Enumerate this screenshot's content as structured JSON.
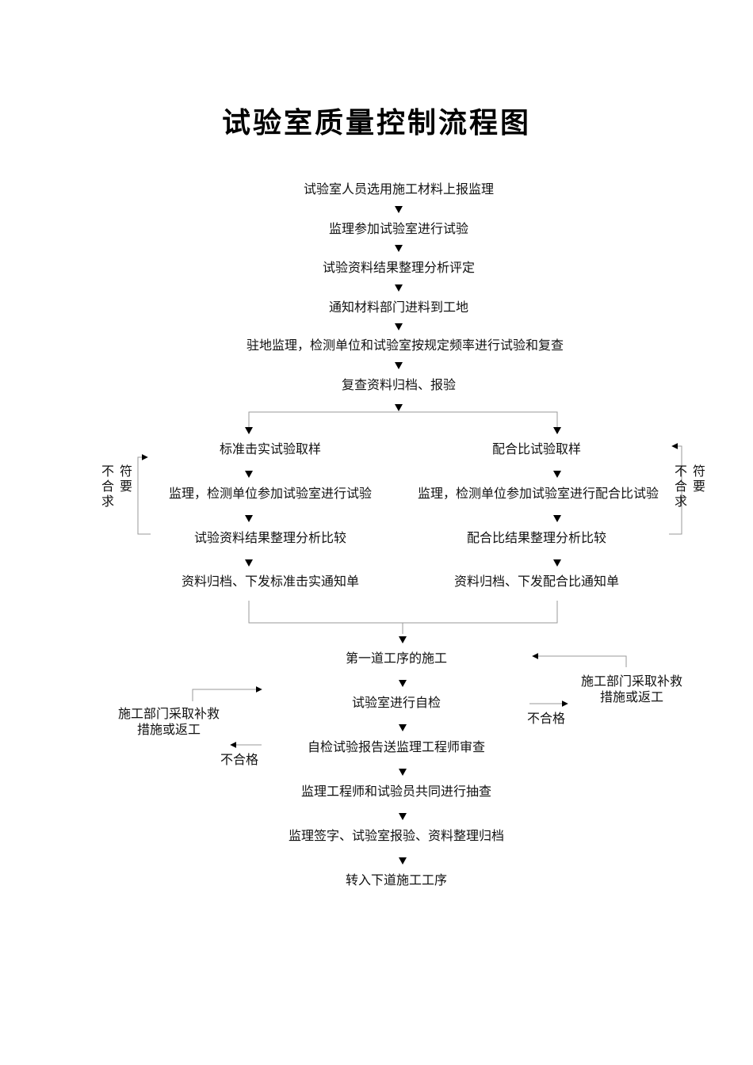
{
  "title": "试验室质量控制流程图",
  "steps": {
    "s1": "试验室人员选用施工材料上报监理",
    "s2": "监理参加试验室进行试验",
    "s3": "试验资料结果整理分析评定",
    "s4": "通知材料部门进料到工地",
    "s5": "驻地监理，检测单位和试验室按规定频率进行试验和复查",
    "s6": "复查资料归档、报验"
  },
  "left_branch": {
    "b1": "标准击实试验取样",
    "b2": "监理，检测单位参加试验室进行试验",
    "b3": "试验资料结果整理分析比较",
    "b4": "资料归档、下发标准击实通知单",
    "loop_a": "不合求",
    "loop_b": "符要"
  },
  "right_branch": {
    "b1": "配合比试验取样",
    "b2": "监理，检测单位参加试验室进行配合比试验",
    "b3": "配合比结果整理分析比较",
    "b4": "资料归档、下发配合比通知单",
    "loop_a": "不合求",
    "loop_b": "符要"
  },
  "lower": {
    "c1": "第一道工序的施工",
    "c2": "试验室进行自检",
    "c3": "自检试验报告送监理工程师审查",
    "c4": "监理工程师和试验员共同进行抽查",
    "c5": "监理签字、试验室报验、资料整理归档",
    "c6": "转入下道施工工序"
  },
  "side": {
    "left_remedy_1": "施工部门采取补救",
    "left_remedy_2": "措施或返工",
    "left_fail": "不合格",
    "right_remedy_1": "施工部门采取补救",
    "right_remedy_2": "措施或返工",
    "right_fail": "不合格"
  }
}
